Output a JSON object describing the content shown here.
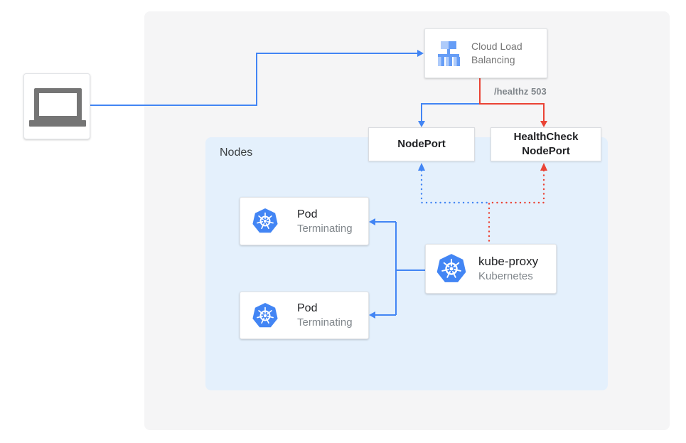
{
  "colors": {
    "flow_blue": "#4285f4",
    "error_red": "#ea4335",
    "panel_bg": "#f5f5f6",
    "nodes_bg": "#e4f0fc",
    "kubernetes_blue": "#4285f4",
    "device_gray": "#757575",
    "lb_icon_light_blue": "#aecbfa",
    "lb_icon_mid_blue": "#669df6"
  },
  "cloud_load_balancing": {
    "line1": "Cloud Load",
    "line2": "Balancing"
  },
  "healthz_label": "/healthz 503",
  "nodeport": {
    "label": "NodePort"
  },
  "healthcheck_nodeport": {
    "line1": "HealthCheck",
    "line2": "NodePort"
  },
  "nodes_container": {
    "label": "Nodes"
  },
  "pods": [
    {
      "title": "Pod",
      "subtitle": "Terminating"
    },
    {
      "title": "Pod",
      "subtitle": "Terminating"
    }
  ],
  "kube_proxy": {
    "title": "kube-proxy",
    "subtitle": "Kubernetes"
  }
}
